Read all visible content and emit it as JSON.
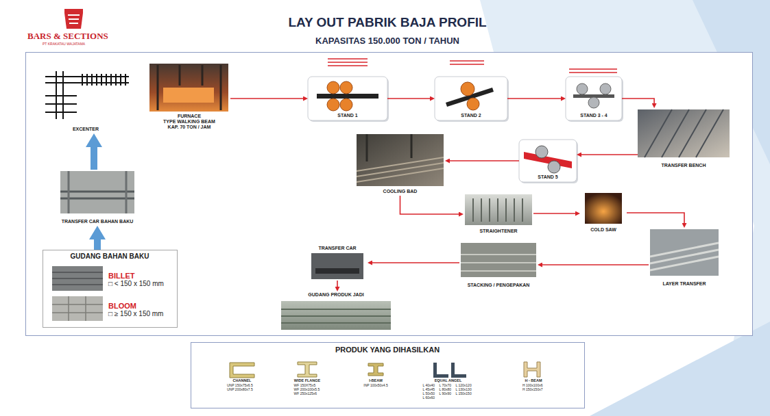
{
  "diagram": {
    "title": "LAY OUT PABRIK BAJA PROFIL",
    "nodes": [
      {
        "text": [
          "EXCENTER"
        ]
      },
      {
        "text": [
          "FURNACE",
          "TYPE WALKING BEAM KAP. 70 TON / JAM"
        ]
      },
      {
        "text": [
          "STAND 1"
        ]
      },
      {
        "text": [
          "STAND 2"
        ]
      },
      {
        "text": [
          "STAND 3 - 4"
        ]
      },
      {
        "text": [
          "TRANSFER BENCH"
        ]
      },
      {
        "text": [
          "STAND 5"
        ]
      },
      {
        "text": [
          "COOLING BAD"
        ]
      },
      {
        "text": [
          "STRAIGHTENER"
        ]
      },
      {
        "text": [
          "COLD SAW"
        ]
      },
      {
        "text": [
          "LAYER TRANSFER"
        ]
      },
      {
        "text": [
          "STACKING / PENGEPAKAN"
        ]
      },
      {
        "text": [
          "TRANSFER CAR"
        ]
      },
      {
        "text": [
          "GUDANG PRODUK JADI"
        ]
      },
      {
        "text": [
          "TRANSFER CAR BAHAN BAKU"
        ]
      },
      {
        "text": [
          "GUDANG BAHAN BAKU"
        ]
      },
      {
        "text": [
          "BILLET",
          "□ < 150 x 150 mm"
        ],
        "in": 15
      },
      {
        "text": [
          "BLOOM",
          "□ ≥ 150 x 150 mm"
        ],
        "in": 15
      },
      {
        "text": [
          "PRODUK YANG DIHASILKAN"
        ]
      },
      {
        "text": [
          "CHANNEL",
          "UNP 150x75x6.5 UNP 200x80x7.5"
        ],
        "in": 18
      },
      {
        "text": [
          "WIDE FLANGE",
          "WF 150X75x5 WF 200x100x5.5 WF 250x125x6"
        ],
        "in": 18
      },
      {
        "text": [
          "I-BEAM",
          "INP 100x50x4.5"
        ],
        "in": 18
      },
      {
        "text": [
          "EQUAL ANGEL",
          "L 40x40 L 45x45 L 50x50 L 60x60",
          "L 70x70 L 80x80 L 90x90",
          "L 120x120 L 130x130 L 150x150"
        ],
        "in": 18
      },
      {
        "text": [
          "H - BEAM",
          "H 100x100x6 H 150x150x7"
        ],
        "in": 18
      }
    ],
    "edges": [
      {
        "from": 14,
        "to": 0,
        "arrow": "to"
      },
      {
        "from": 15,
        "to": 14,
        "arrow": "to"
      },
      {
        "from": 1,
        "to": 2,
        "arrow": "to"
      },
      {
        "from": 2,
        "to": 3,
        "arrow": "to"
      },
      {
        "from": 3,
        "to": 4,
        "arrow": "to"
      },
      {
        "from": 4,
        "to": 5,
        "arrow": "to"
      },
      {
        "from": 5,
        "to": 6,
        "arrow": "to"
      },
      {
        "from": 6,
        "to": 7,
        "arrow": "to"
      },
      {
        "from": 7,
        "to": 8,
        "arrow": "to"
      },
      {
        "from": 8,
        "to": 9,
        "arrow": "to"
      },
      {
        "from": 9,
        "to": 10,
        "arrow": "to"
      },
      {
        "from": 10,
        "to": 11,
        "arrow": "to"
      },
      {
        "from": 11,
        "to": 12,
        "arrow": "to"
      },
      {
        "from": 12,
        "to": 13,
        "arrow": "to"
      }
    ],
    "labels": [
      "BARS & SECTIONS",
      "PT KRAKATAU WAJATAMA",
      "KAPASITAS 150.000 TON / TAHUN"
    ]
  }
}
